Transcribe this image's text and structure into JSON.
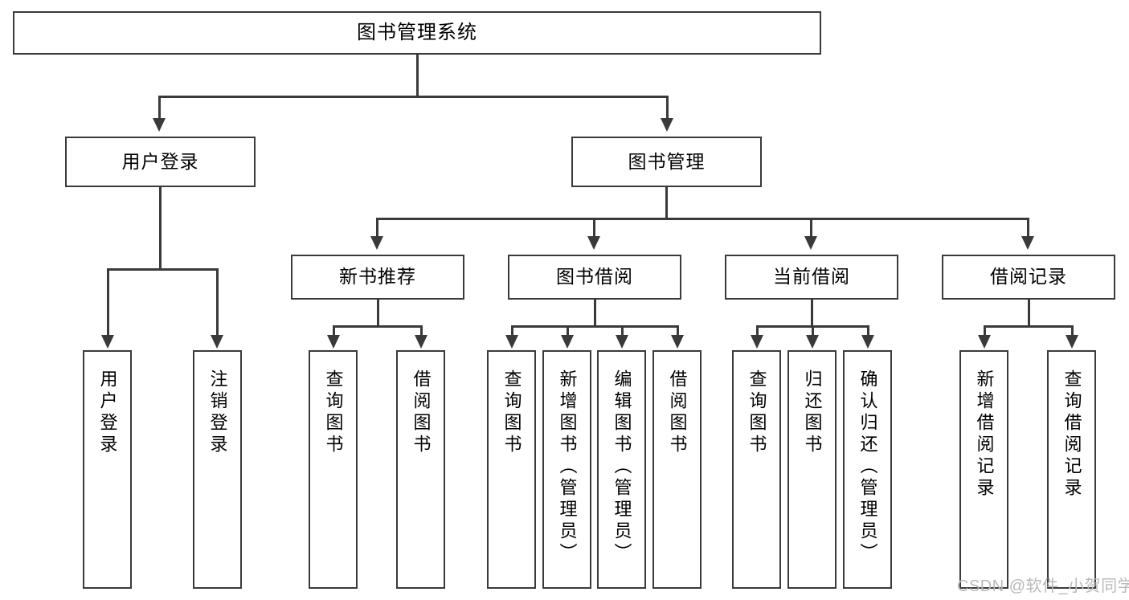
{
  "diagram": {
    "title": "图书管理系统",
    "root": {
      "label": "图书管理系统"
    },
    "level2": [
      {
        "label": "用户登录"
      },
      {
        "label": "图书管理"
      }
    ],
    "level3": [
      {
        "label": "新书推荐"
      },
      {
        "label": "图书借阅"
      },
      {
        "label": "当前借阅"
      },
      {
        "label": "借阅记录"
      }
    ],
    "leaves": {
      "user_login": [
        {
          "label": "用户登录"
        },
        {
          "label": "注销登录"
        }
      ],
      "new_book_recommend": [
        {
          "label": "查询图书"
        },
        {
          "label": "借阅图书"
        }
      ],
      "book_borrow": [
        {
          "label": "查询图书"
        },
        {
          "label": "新增图书（管理员）"
        },
        {
          "label": "编辑图书（管理员）"
        },
        {
          "label": "借阅图书"
        }
      ],
      "current_borrow": [
        {
          "label": "查询图书"
        },
        {
          "label": "归还图书"
        },
        {
          "label": "确认归还（管理员）"
        }
      ],
      "borrow_record": [
        {
          "label": "新增借阅记录"
        },
        {
          "label": "查询借阅记录"
        }
      ]
    }
  },
  "watermark": {
    "text": "CSDN @软件_小贺同学"
  },
  "colors": {
    "border": "#3a3a3a",
    "background": "#ffffff",
    "text": "#000000",
    "watermark": "#b9b9b9"
  }
}
